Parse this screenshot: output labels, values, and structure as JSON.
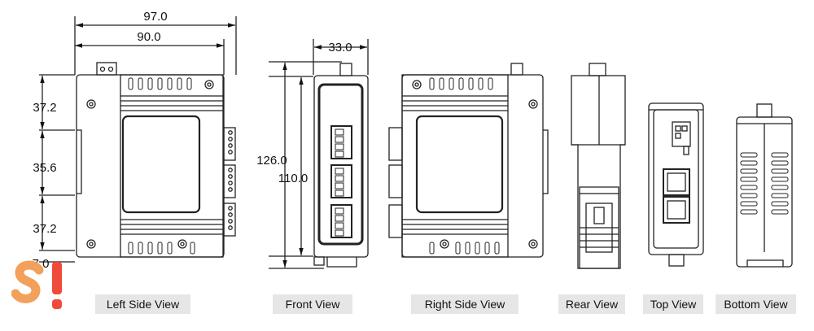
{
  "dimensions": {
    "overall_width": "97.0",
    "body_width": "90.0",
    "front_width": "33.0",
    "upper_height": "37.2",
    "middle_height": "35.6",
    "lower_height": "37.2",
    "foot_height": "7.0",
    "total_height": "126.0",
    "body_height": "110.0"
  },
  "views": [
    "Left Side View",
    "Front View",
    "Right Side View",
    "Rear View",
    "Top View",
    "Bottom View"
  ],
  "colors": {
    "line": "#222222",
    "label_bg": "#e6e6e6",
    "logo_orange": "#f2a05a",
    "logo_red": "#f04a3a"
  },
  "logo": {
    "text": "S!"
  }
}
